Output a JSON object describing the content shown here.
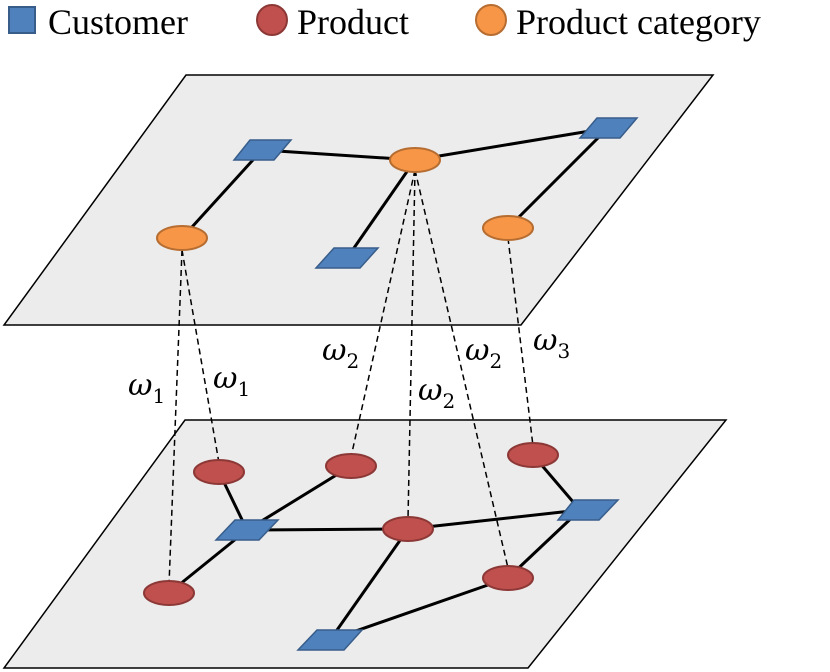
{
  "legend": {
    "customer": "Customer",
    "product": "Product",
    "product_category": "Product category"
  },
  "colors": {
    "customer_fill": "#4f81bd",
    "customer_stroke": "#385d8a",
    "product_fill": "#c0504d",
    "product_stroke": "#8c3836",
    "category_fill": "#f79646",
    "category_stroke": "#b66d31",
    "plane_fill": "#ececec",
    "edge": "#000000"
  },
  "weights": [
    {
      "base": "ω",
      "sub": "1"
    },
    {
      "base": "ω",
      "sub": "1"
    },
    {
      "base": "ω",
      "sub": "2"
    },
    {
      "base": "ω",
      "sub": "2"
    },
    {
      "base": "ω",
      "sub": "2"
    },
    {
      "base": "ω",
      "sub": "3"
    }
  ]
}
